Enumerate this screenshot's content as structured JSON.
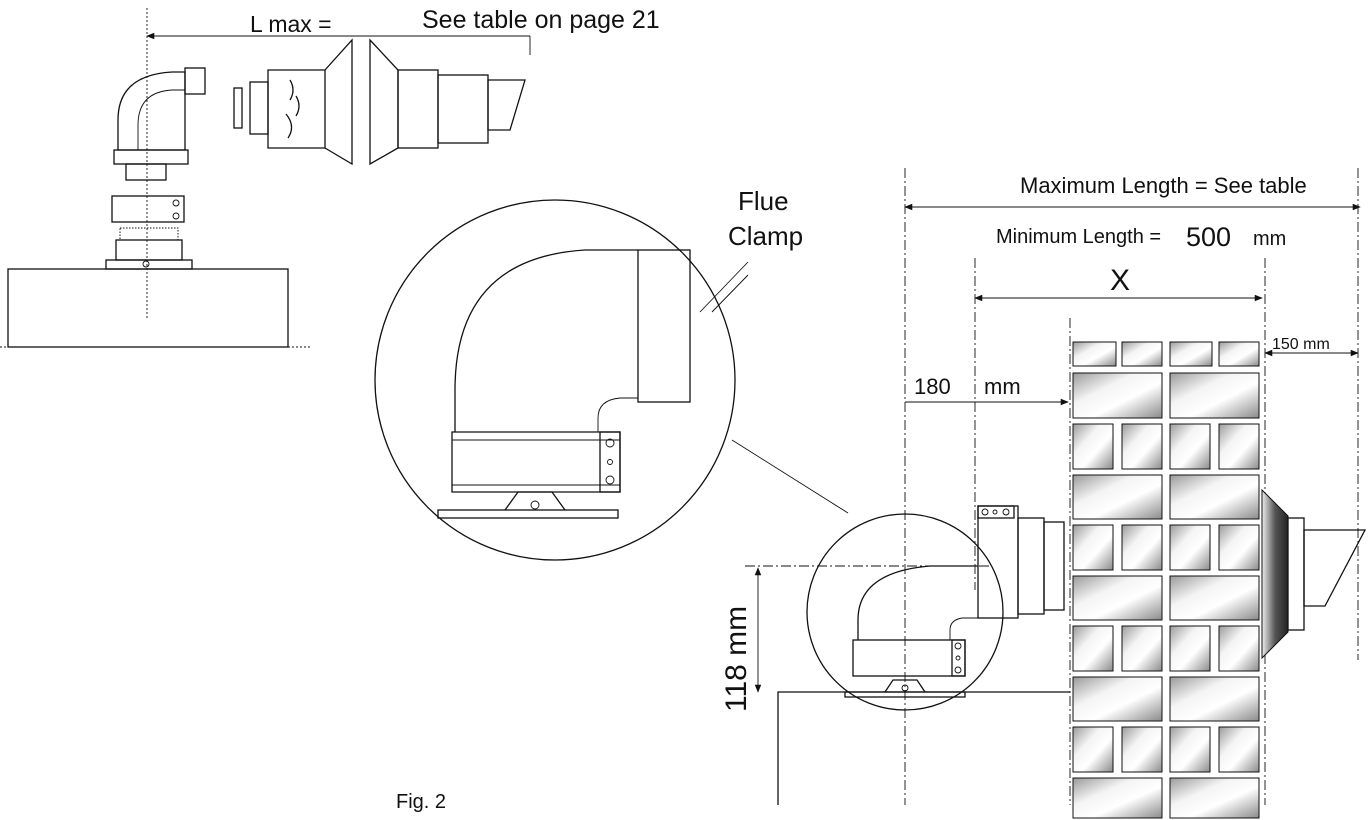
{
  "labels": {
    "l_max": "L max = ",
    "l_max_value": "See table on page 21",
    "flue": "Flue",
    "clamp": "Clamp",
    "max_length": "Maximum Length = See table",
    "min_length_prefix": "Minimum Length = ",
    "min_length_value": "500",
    "min_length_unit": "mm",
    "x": "X",
    "dim_150": "150 mm",
    "dim_180": "180",
    "dim_180_unit": "mm",
    "dim_118": "118 mm",
    "fig": "Fig. 2"
  },
  "colors": {
    "ink": "#111111",
    "brick_light": "#f2f2f2",
    "brick_dark": "#7a7a7a"
  }
}
